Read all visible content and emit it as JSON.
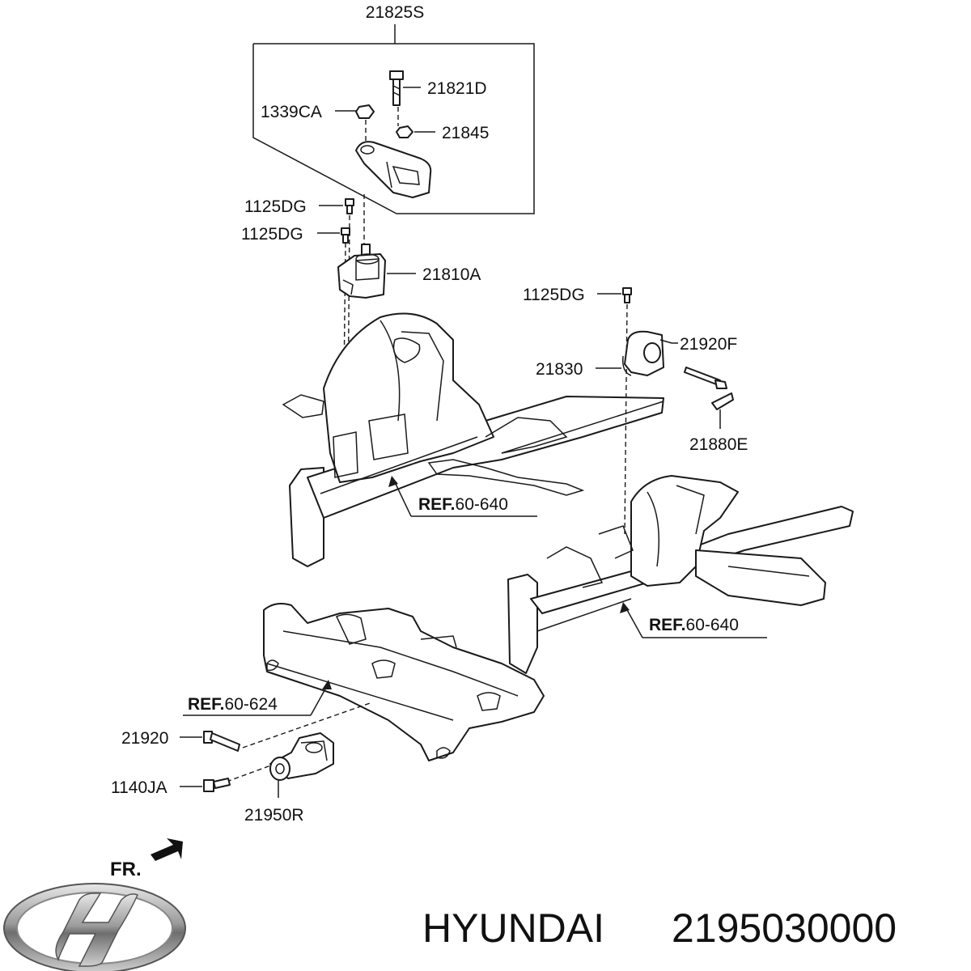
{
  "callouts": {
    "c21825S": "21825S",
    "c21821D": "21821D",
    "c1339CA": "1339CA",
    "c21845": "21845",
    "c1125DG_a": "1125DG",
    "c1125DG_b": "1125DG",
    "c21810A": "21810A",
    "c1125DG_c": "1125DG",
    "c21920F": "21920F",
    "c21830": "21830",
    "c21880E": "21880E",
    "c21920": "21920",
    "c1140JA": "1140JA",
    "c21950R": "21950R"
  },
  "references": {
    "ref_prefix": "REF.",
    "ref1_num": "60-640",
    "ref2_num": "60-640",
    "ref3_num": "60-624"
  },
  "orientation": {
    "label": "FR."
  },
  "footer": {
    "brand": "HYUNDAI",
    "part_number": "2195030000"
  },
  "icons": {
    "logo": "hyundai-logo-icon",
    "arrow": "front-direction-arrow-icon"
  }
}
